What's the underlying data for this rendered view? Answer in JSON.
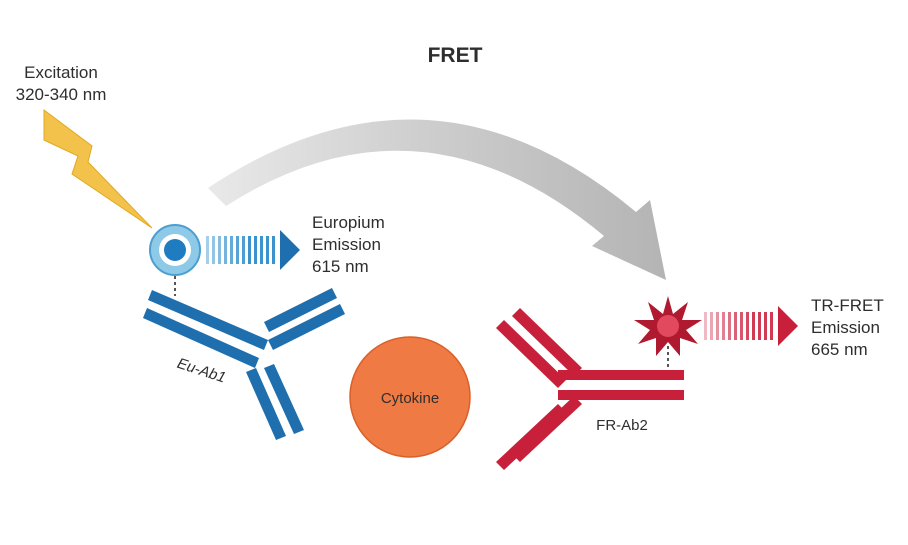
{
  "title": "FRET",
  "excitation": {
    "line1": "Excitation",
    "line2": "320-340 nm"
  },
  "europium_emission": {
    "line1": "Europium",
    "line2": "Emission",
    "line3": "615 nm"
  },
  "trfret_emission": {
    "line1": "TR-FRET",
    "line2": "Emission",
    "line3": "665 nm"
  },
  "antibody1_label": "Eu-Ab1",
  "antibody2_label": "FR-Ab2",
  "cytokine_label": "Cytokine",
  "colors": {
    "blue": "#1f6fae",
    "blue_light": "#5fb0dc",
    "red": "#c8203a",
    "orange": "#f07a43",
    "yellow": "#f3c24a",
    "gray": "#bdbdbd"
  },
  "icons": [
    "lightning-bolt-icon",
    "europium-donor-icon",
    "acceptor-star-icon"
  ]
}
